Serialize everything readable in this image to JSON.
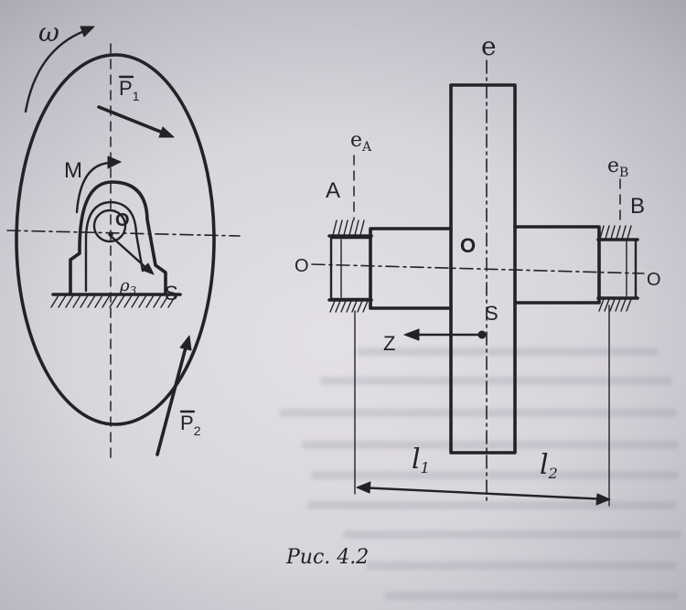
{
  "figure": {
    "caption": "Рис. 4.2",
    "disk_view": {
      "omega": "ω",
      "p1": {
        "main": "P",
        "sub": "1"
      },
      "m": "M",
      "o": "O",
      "rho": {
        "main": "ρ",
        "sub": "3"
      },
      "s": "S",
      "p2": {
        "main": "P",
        "sub": "2"
      }
    },
    "rotor_view": {
      "e": "e",
      "ea": {
        "main": "e",
        "sub": "A"
      },
      "a": "A",
      "eb": {
        "main": "e",
        "sub": "B"
      },
      "b": "B",
      "o_left": "O",
      "o_center": "O",
      "o_right": "O",
      "s": "S",
      "z": "Z",
      "l1": {
        "main": "l",
        "sub": "1"
      },
      "l2": {
        "main": "l",
        "sub": "2"
      }
    }
  },
  "colors": {
    "ink": "#222227",
    "paper": "#d8d5dc"
  }
}
